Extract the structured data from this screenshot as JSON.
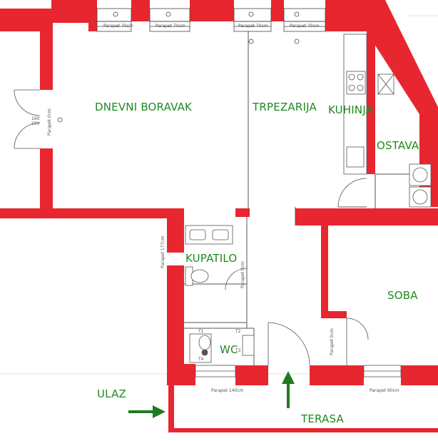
{
  "plan": {
    "rooms": {
      "dnevni_boravak": "DNEVNI BORAVAK",
      "trpezarija": "TRPEZARIJA",
      "kuhinja": "KUHINJA",
      "ostava": "OSTAVA",
      "kupatilo": "KUPATILO",
      "soba": "SOBA",
      "wc": "WC",
      "ulaz": "ULAZ",
      "terasa": "TERASA"
    },
    "annotations": {
      "parapet_top_1": "Parapet 70cm",
      "parapet_top_2": "Parapet 70cm",
      "parapet_top_3": "Parapet 70cm",
      "parapet_top_4": "Parapet 70cm",
      "parapet_left": "Parapet 0cm",
      "parapet_kupatilo": "Parapet 177cm",
      "parapet_kupatilo_door": "Parapet 0cm",
      "parapet_terasa_1": "Parapet 140cm",
      "parapet_terasa_2": "Parapet 90cm",
      "parapet_soba_door": "Parapet 0cm",
      "door_dim_left": "160\n220",
      "wc_t1": "T1",
      "wc_t2": "T2",
      "wc_t3": "T3",
      "wc_t4": "T4"
    },
    "colors": {
      "wall": "#e8262f",
      "label": "#1f8a1f",
      "arrow": "#1f7a1f"
    }
  }
}
